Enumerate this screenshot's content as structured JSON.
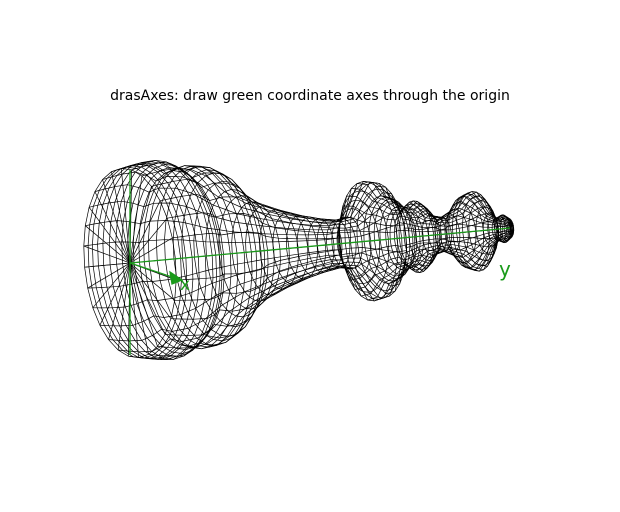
{
  "title": "drasAxes: draw green coordinate axes through the origin",
  "axes": {
    "color": "#1a9a1a",
    "x_label": "x",
    "y_label": "y"
  },
  "model": {
    "wire_color": "#000000"
  }
}
